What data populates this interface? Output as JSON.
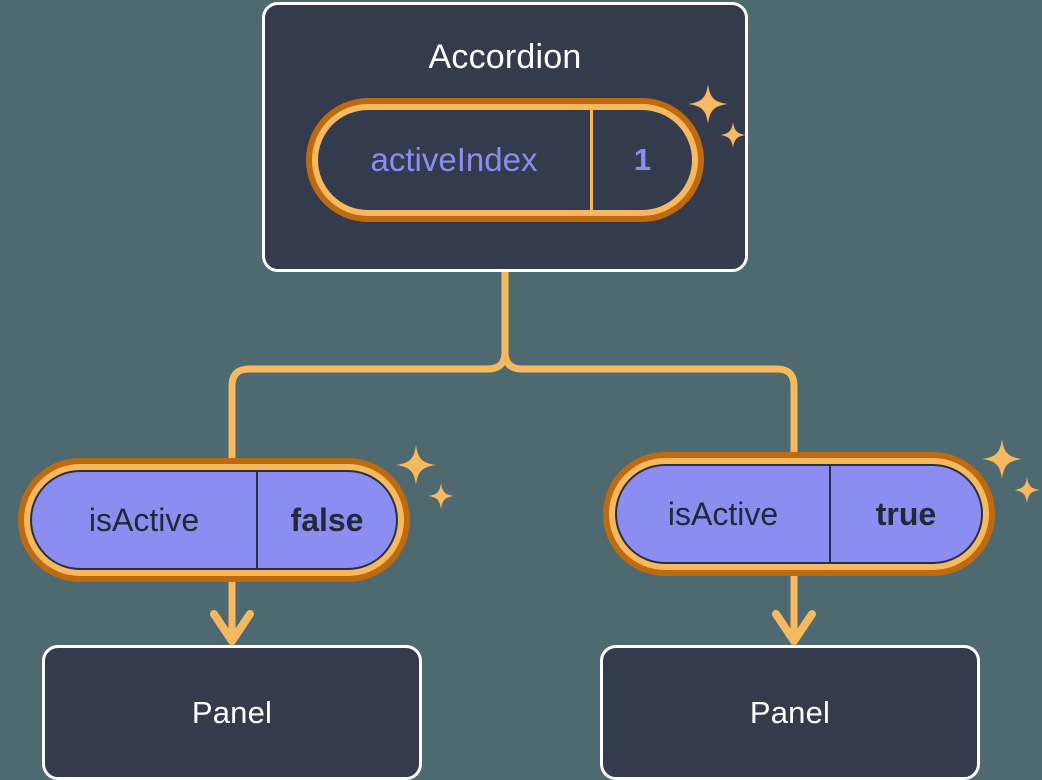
{
  "diagram": {
    "title_node": "Accordion",
    "background_color": "#4e6a70",
    "accent_color": "#f7b95f",
    "ring_color": "#c06a10",
    "card_color": "#343b4c",
    "state_color": "#8b8ef0"
  },
  "root": {
    "label": "Accordion",
    "state": {
      "key": "activeIndex",
      "value": "1"
    }
  },
  "branches": [
    {
      "state": {
        "key": "isActive",
        "value": "false"
      },
      "child": {
        "label": "Panel"
      }
    },
    {
      "state": {
        "key": "isActive",
        "value": "true"
      },
      "child": {
        "label": "Panel"
      }
    }
  ]
}
